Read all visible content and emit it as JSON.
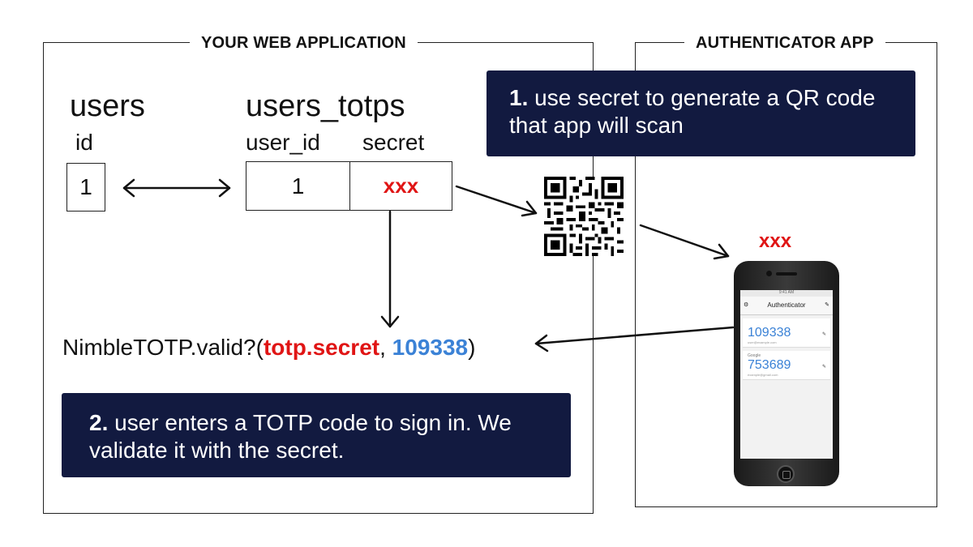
{
  "web_app": {
    "title": "YOUR WEB APPLICATION",
    "users_table": {
      "name": "users",
      "column": "id",
      "value": "1"
    },
    "totps_table": {
      "name": "users_totps",
      "columns": [
        "user_id",
        "secret"
      ],
      "user_id_value": "1",
      "secret_value": "xxx"
    },
    "validate_call": {
      "prefix": "NimbleTOTP.valid?(",
      "secret_arg": "totp.secret",
      "separator": ", ",
      "code_arg": "109338",
      "suffix": ")"
    },
    "step2": {
      "number": "2.",
      "text": " user enters a TOTP code to sign in. We validate it with the secret."
    }
  },
  "authenticator": {
    "title": "AUTHENTICATOR APP",
    "step1": {
      "number": "1.",
      "text": " use secret to generate a QR code that app will scan"
    },
    "scanned_secret": "xxx",
    "phone": {
      "status_time": "9:41 AM",
      "app_title": "Authenticator",
      "accounts": [
        {
          "issuer": "",
          "code": "109338",
          "email": "user@example.com"
        },
        {
          "issuer": "Google",
          "code": "753689",
          "email": "example@gmail.com"
        }
      ]
    }
  },
  "colors": {
    "callout_bg": "#121a40",
    "secret_red": "#e01515",
    "code_blue": "#3b82d6"
  },
  "icons": [
    "arrow-left-right-icon",
    "arrow-down-icon",
    "arrow-right-icon",
    "arrow-left-icon",
    "qr-code-icon",
    "phone-image"
  ]
}
